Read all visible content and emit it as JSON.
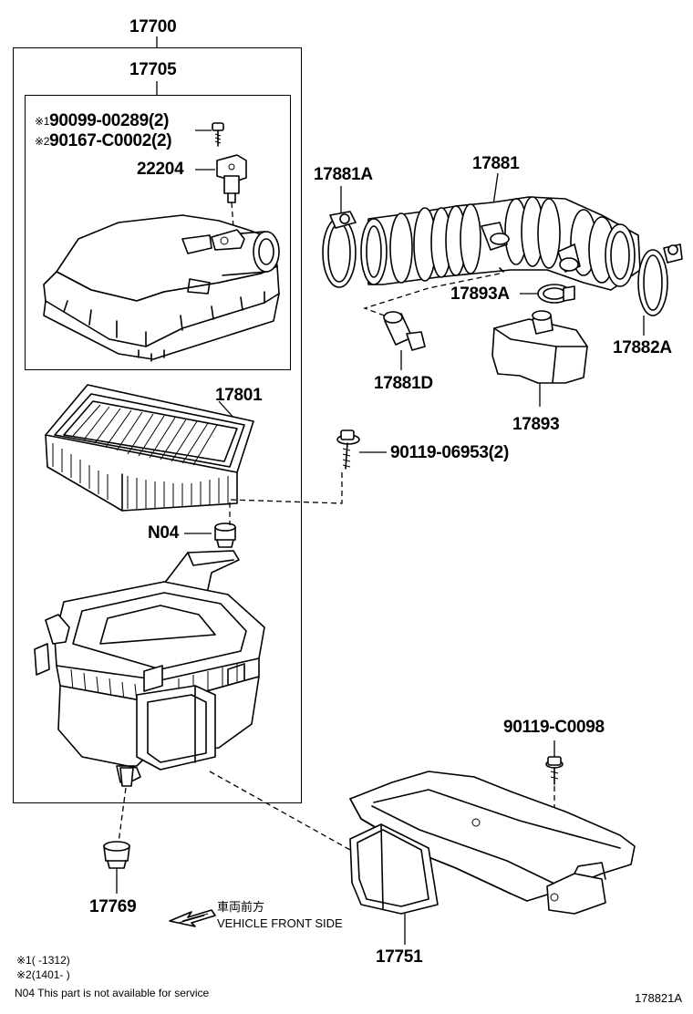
{
  "diagram": {
    "labels": {
      "assy_outer": "17700",
      "assy_inner": "17705",
      "bolt1_mark": "※1",
      "bolt1": "90099-00289(2)",
      "bolt2_mark": "※2",
      "bolt2": "90167-C0002(2)",
      "sensor": "22204",
      "filter": "17801",
      "grommet_top": "N04",
      "grommet_bottom": "17769",
      "clamp_left": "17881A",
      "hose": "17881",
      "clamp_small": "17893A",
      "fitting": "17881D",
      "resonator": "17893",
      "clamp_right": "17882A",
      "bolt_mid": "90119-06953(2)",
      "bolt_lower": "90119-C0098",
      "duct": "17751"
    },
    "direction": {
      "jp": "車両前方",
      "en": "VEHICLE FRONT SIDE"
    },
    "notes": {
      "note1": "※1(        -1312)",
      "note2": "※2(1401-        )",
      "n04_note": "N04  This part is not available for service"
    },
    "drawing_code": "178821A"
  }
}
